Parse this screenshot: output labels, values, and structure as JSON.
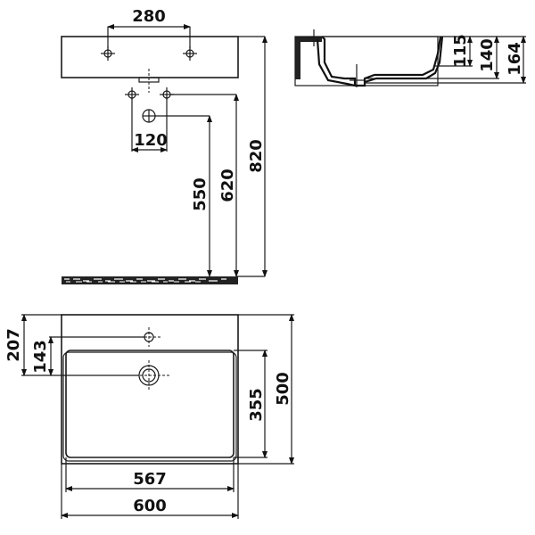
{
  "drawing": {
    "title": "Wall-mounted washbasin technical drawing",
    "views": {
      "front_elevation": {
        "dimensions": {
          "tap_hole_spacing": "280",
          "trap_hole_spacing": "120",
          "waste_height": "550",
          "trap_height": "620",
          "top_height": "820"
        }
      },
      "side_section": {
        "dimensions": {
          "bowl_depth": "115",
          "inner_height": "140",
          "overall_height": "164"
        }
      },
      "plan_view": {
        "dimensions": {
          "tap_hole_from_back": "207",
          "waste_from_tap": "143",
          "bowl_depth": "355",
          "overall_depth": "500",
          "bowl_width": "567",
          "overall_width": "600"
        }
      }
    },
    "line_color": "#1a1a1a",
    "background": "#ffffff"
  }
}
